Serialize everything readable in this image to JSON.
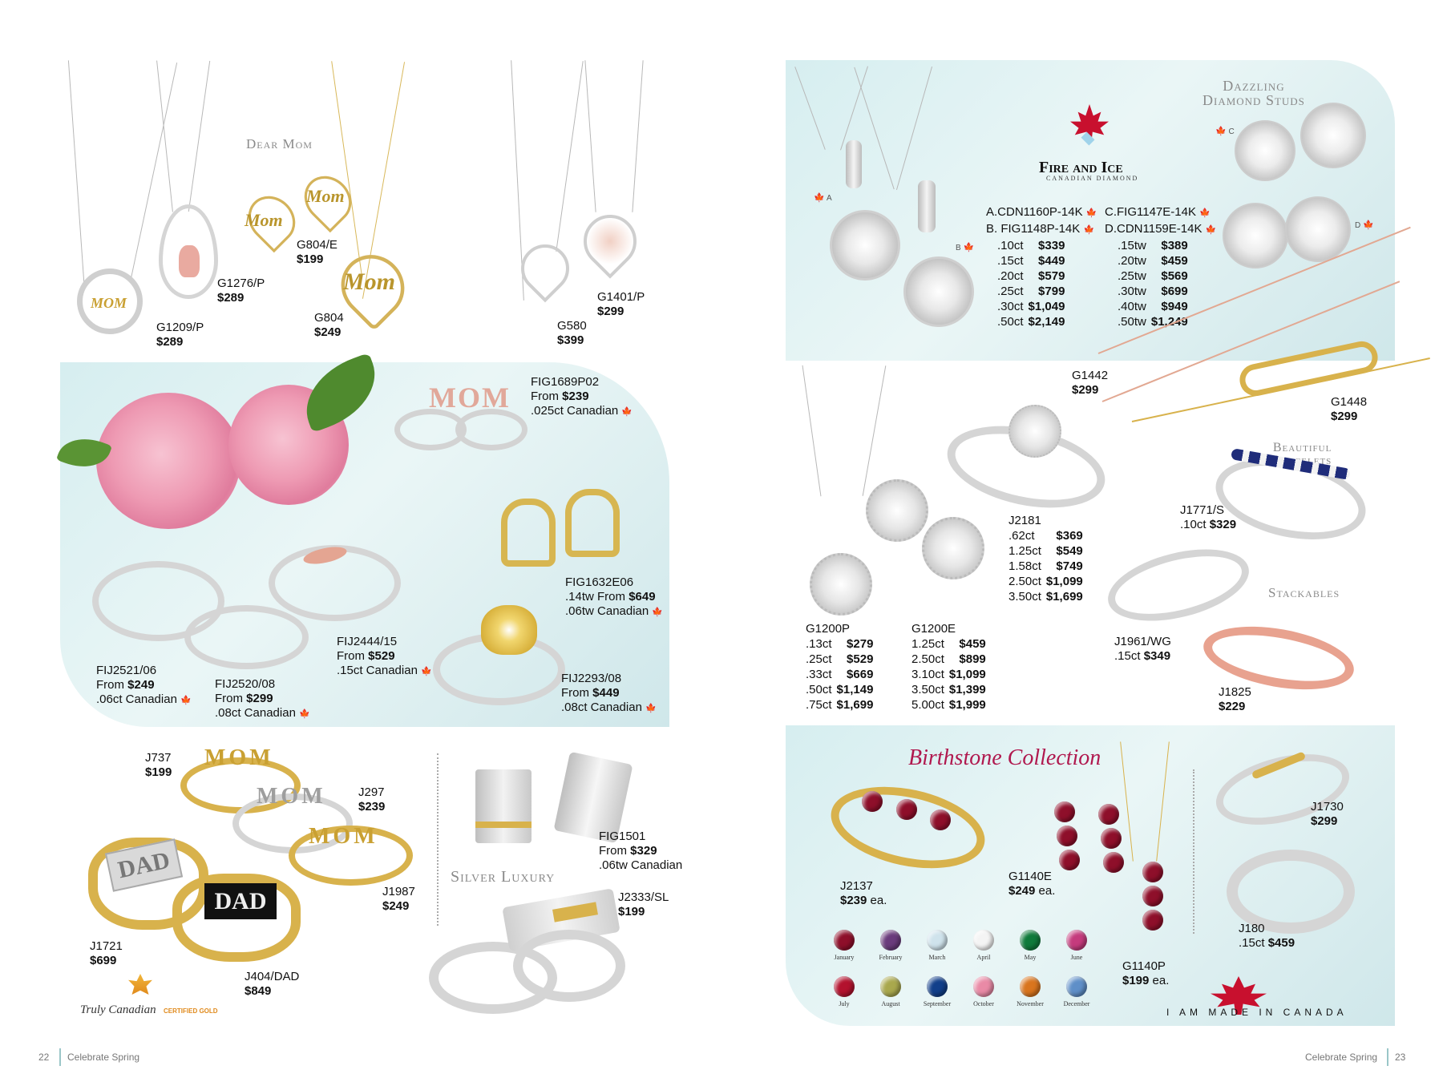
{
  "left_page": {
    "title_dear_mom": "Dear Mom",
    "title_silver_luxury": "Silver Luxury",
    "products": {
      "g1209": {
        "sku": "G1209/P",
        "price": "$289"
      },
      "g1276": {
        "sku": "G1276/P",
        "price": "$289"
      },
      "g804e": {
        "sku": "G804/E",
        "price": "$199"
      },
      "g804": {
        "sku": "G804",
        "price": "$249"
      },
      "g580": {
        "sku": "G580",
        "price": "$399"
      },
      "g1401": {
        "sku": "G1401/P",
        "price": "$299"
      },
      "fig1689": {
        "sku": "FIG1689P02",
        "from": "From",
        "price": "$239",
        "detail": ".025ct Canadian"
      },
      "fig1632": {
        "sku": "FIG1632E06",
        "detail_a": ".14tw From",
        "price": "$649",
        "detail_b": ".06tw Canadian"
      },
      "fij2444": {
        "sku": "FIJ2444/15",
        "from": "From",
        "price": "$529",
        "detail": ".15ct Canadian"
      },
      "fij2521": {
        "sku": "FIJ2521/06",
        "from": "From",
        "price": "$249",
        "detail": ".06ct Canadian"
      },
      "fij2520": {
        "sku": "FIJ2520/08",
        "from": "From",
        "price": "$299",
        "detail": ".08ct Canadian"
      },
      "fij2293": {
        "sku": "FIJ2293/08",
        "from": "From",
        "price": "$449",
        "detail": ".08ct Canadian"
      },
      "j737": {
        "sku": "J737",
        "price": "$199"
      },
      "j297": {
        "sku": "J297",
        "price": "$239"
      },
      "j1987": {
        "sku": "J1987",
        "price": "$249"
      },
      "j1721": {
        "sku": "J1721",
        "price": "$699"
      },
      "j404": {
        "sku": "J404/DAD",
        "price": "$849"
      },
      "fig1501": {
        "sku": "FIG1501",
        "from": "From",
        "price": "$329",
        "detail": ".06tw Canadian"
      },
      "j2333": {
        "sku": "J2333/SL",
        "price": "$199"
      }
    },
    "ring_words": {
      "mom": "MOM",
      "dad": "DAD"
    },
    "pendant_word": "Mom",
    "truly_canadian": {
      "script": "Truly Canadian",
      "badge": "CERTIFIED GOLD"
    },
    "footer": {
      "page": "22",
      "label": "Celebrate Spring"
    }
  },
  "right_page": {
    "title_studs": [
      "Dazzling",
      "Diamond Studs"
    ],
    "fire_and_ice": {
      "main": "Fire and Ice",
      "sub": "CANADIAN DIAMOND"
    },
    "letters": {
      "a": "A",
      "b": "B",
      "c": "C",
      "d": "D"
    },
    "cdn_left": {
      "head_a": "A.CDN1160P-14K",
      "head_b": "B. FIG1148P-14K",
      "rows": [
        {
          "c": ".10ct",
          "p": "$339"
        },
        {
          "c": ".15ct",
          "p": "$449"
        },
        {
          "c": ".20ct",
          "p": "$579"
        },
        {
          "c": ".25ct",
          "p": "$799"
        },
        {
          "c": ".30ct",
          "p": "$1,049"
        },
        {
          "c": ".50ct",
          "p": "$2,149"
        }
      ]
    },
    "cdn_right": {
      "head_c": "C.FIG1147E-14K",
      "head_d": "D.CDN1159E-14K",
      "rows": [
        {
          "c": ".15tw",
          "p": "$389"
        },
        {
          "c": ".20tw",
          "p": "$459"
        },
        {
          "c": ".25tw",
          "p": "$569"
        },
        {
          "c": ".30tw",
          "p": "$699"
        },
        {
          "c": ".40tw",
          "p": "$949"
        },
        {
          "c": ".50tw",
          "p": "$1,249"
        }
      ]
    },
    "g1442": {
      "sku": "G1442",
      "price": "$299"
    },
    "g1448": {
      "sku": "G1448",
      "price": "$299"
    },
    "title_bracelets": [
      "Beautiful",
      "Bracelets"
    ],
    "title_stackables": "Stackables",
    "j2181": {
      "sku": "J2181",
      "rows": [
        {
          "c": ".62ct",
          "p": "$369"
        },
        {
          "c": "1.25ct",
          "p": "$549"
        },
        {
          "c": "1.58ct",
          "p": "$749"
        },
        {
          "c": "2.50ct",
          "p": "$1,099"
        },
        {
          "c": "3.50ct",
          "p": "$1,699"
        }
      ]
    },
    "j1771": {
      "sku": "J1771/S",
      "detail": ".10ct",
      "price": "$329"
    },
    "j1961": {
      "sku": "J1961/WG",
      "detail": ".15ct",
      "price": "$349"
    },
    "j1825": {
      "sku": "J1825",
      "price": "$229"
    },
    "g1200p": {
      "sku": "G1200P",
      "rows": [
        {
          "c": ".13ct",
          "p": "$279"
        },
        {
          "c": ".25ct",
          "p": "$529"
        },
        {
          "c": ".33ct",
          "p": "$669"
        },
        {
          "c": ".50ct",
          "p": "$1,149"
        },
        {
          "c": ".75ct",
          "p": "$1,699"
        }
      ]
    },
    "g1200e": {
      "sku": "G1200E",
      "rows": [
        {
          "c": "1.25ct",
          "p": "$459"
        },
        {
          "c": "2.50ct",
          "p": "$899"
        },
        {
          "c": "3.10ct",
          "p": "$1,099"
        },
        {
          "c": "3.50ct",
          "p": "$1,399"
        },
        {
          "c": "5.00ct",
          "p": "$1,999"
        }
      ]
    },
    "birthstone_title": "Birthstone Collection",
    "j2137": {
      "sku": "J2137",
      "price": "$239",
      "suffix": "ea."
    },
    "g1140e": {
      "sku": "G1140E",
      "price": "$249",
      "suffix": "ea."
    },
    "g1140p": {
      "sku": "G1140P",
      "price": "$199",
      "suffix": "ea."
    },
    "j1730": {
      "sku": "J1730",
      "price": "$299"
    },
    "j180": {
      "sku": "J180",
      "detail": ".15ct",
      "price": "$459"
    },
    "months": [
      {
        "name": "January",
        "color": "#8e0f2a"
      },
      {
        "name": "February",
        "color": "#6a3b7c"
      },
      {
        "name": "March",
        "color": "#cfe3ec"
      },
      {
        "name": "April",
        "color": "#f4f4f4"
      },
      {
        "name": "May",
        "color": "#0f7a3a"
      },
      {
        "name": "June",
        "color": "#c53b7d"
      },
      {
        "name": "July",
        "color": "#b3122e"
      },
      {
        "name": "August",
        "color": "#a9a84d"
      },
      {
        "name": "September",
        "color": "#123f8a"
      },
      {
        "name": "October",
        "color": "#e98aa6"
      },
      {
        "name": "November",
        "color": "#d9751e"
      },
      {
        "name": "December",
        "color": "#5f8fc8"
      }
    ],
    "made_in_canada": "I AM MADE IN CANADA",
    "footer": {
      "page": "23",
      "label": "Celebrate Spring"
    }
  },
  "colors": {
    "accent_red": "#c8102e",
    "title_grey": "#8a8a8a",
    "panel": "#dff0f1",
    "birthstone_pink": "#b0184e"
  }
}
